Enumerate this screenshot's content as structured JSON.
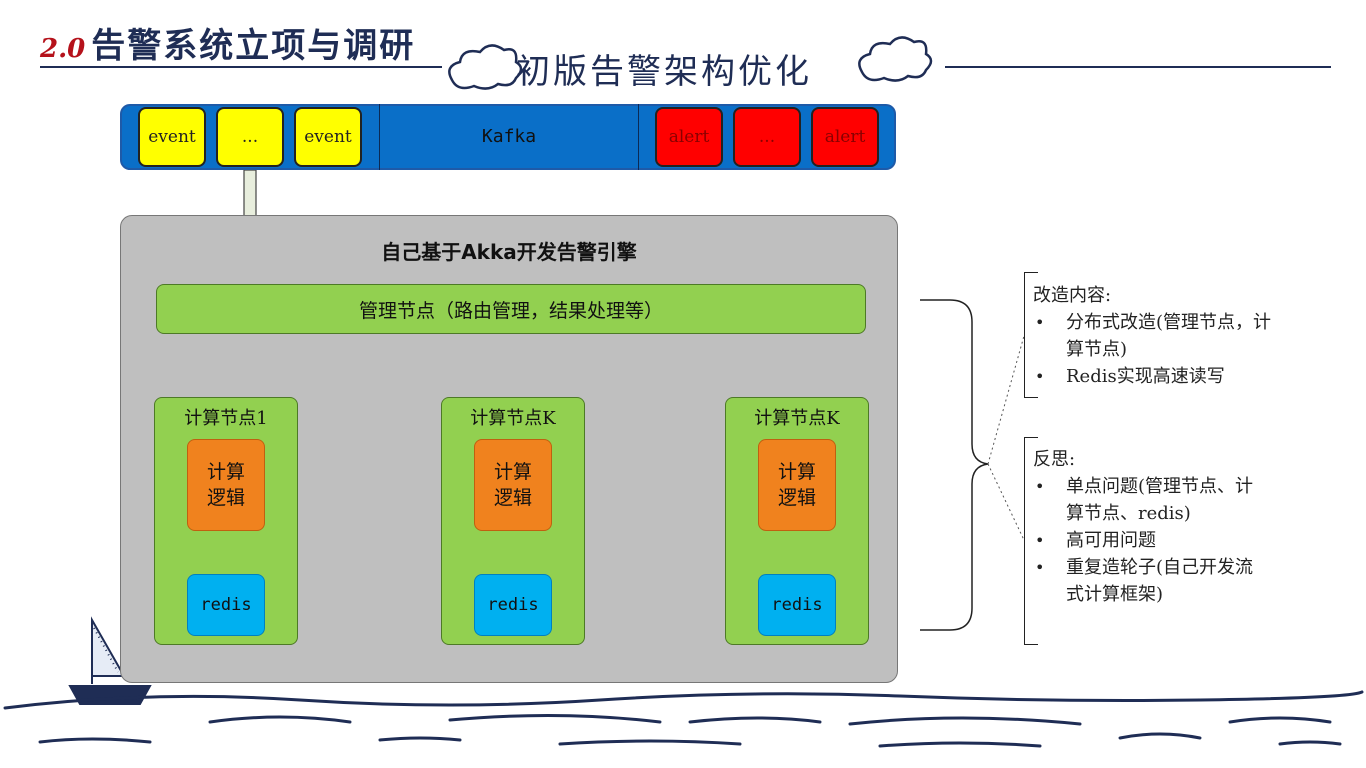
{
  "header": {
    "section_number": "2.0",
    "section_title": "告警系统立项与调研",
    "subtitle": "初版告警架构优化"
  },
  "kafka": {
    "label": "Kafka",
    "input_queue": [
      "event",
      "...",
      "event"
    ],
    "output_queue": [
      "alert",
      "...",
      "alert"
    ]
  },
  "engine": {
    "title": "自己基于Akka开发告警引擎",
    "management_node": "管理节点（路由管理，结果处理等）",
    "compute_nodes": [
      {
        "title": "计算节点1",
        "logic": "计算\n逻辑",
        "store": "redis"
      },
      {
        "title": "计算节点K",
        "logic": "计算\n逻辑",
        "store": "redis"
      },
      {
        "title": "计算节点K",
        "logic": "计算\n逻辑",
        "store": "redis"
      }
    ]
  },
  "notes": {
    "changes": {
      "heading": "改造内容:",
      "items": [
        "分布式改造(管理节点，计算节点)",
        "Redis实现高速读写"
      ]
    },
    "reflection": {
      "heading": "反思:",
      "items": [
        "单点问题(管理节点、计算节点、redis)",
        "高可用问题",
        "重复造轮子(自己开发流式计算框架)"
      ]
    }
  },
  "colors": {
    "navy": "#1f2d55",
    "kafka_blue": "#0a6fc8",
    "event_yellow": "#ffff00",
    "alert_red": "#ff0000",
    "node_green": "#92d050",
    "logic_orange": "#f0821e",
    "redis_cyan": "#00b0f0",
    "engine_gray": "#bfbfbf"
  },
  "icons": [
    "cloud-icon",
    "sailboat-icon",
    "wave-decoration"
  ]
}
